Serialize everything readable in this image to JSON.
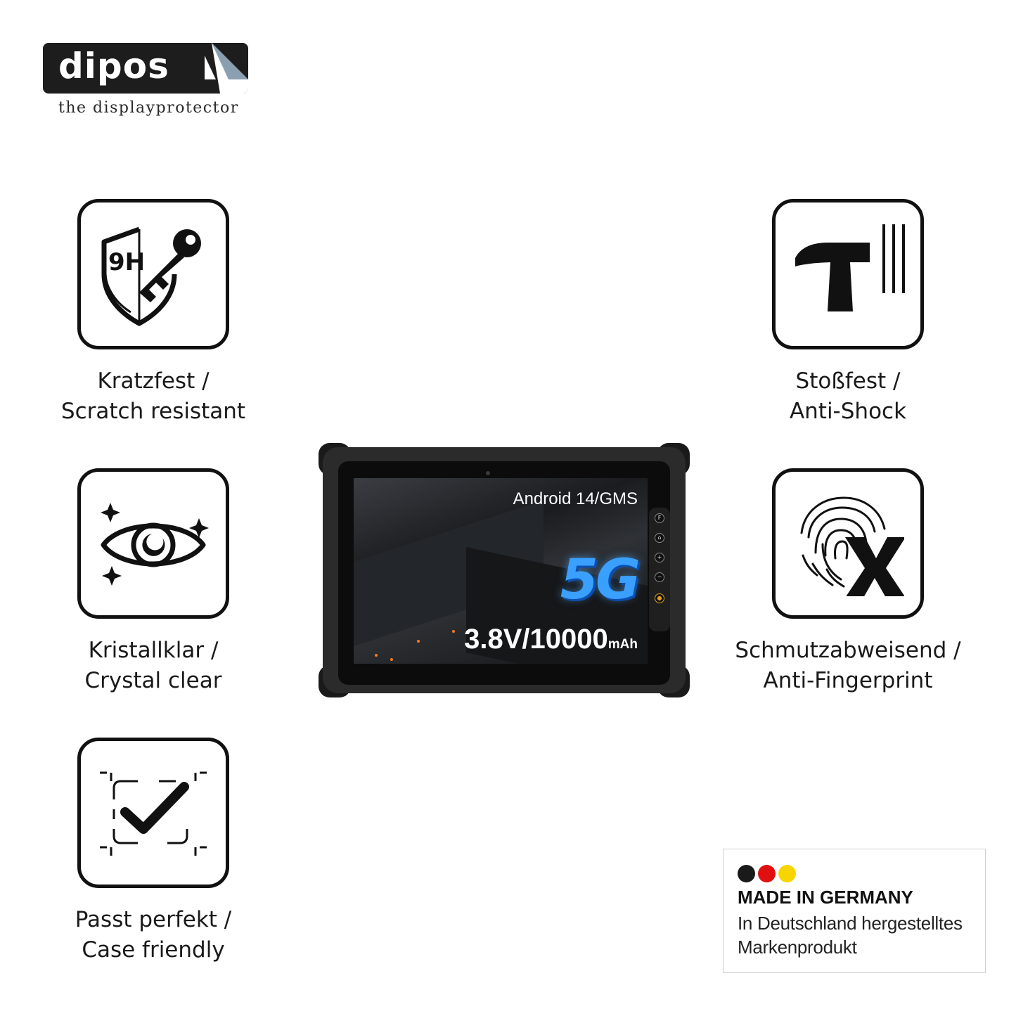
{
  "brand": {
    "name": "dipos",
    "tagline": "the displayprotector"
  },
  "features": {
    "scratch": {
      "icon": "shield-key-9h-icon",
      "badge": "9H",
      "line1": "Kratzfest /",
      "line2": "Scratch resistant"
    },
    "crystal": {
      "icon": "eye-sparkle-icon",
      "line1": "Kristallklar /",
      "line2": "Crystal clear"
    },
    "case": {
      "icon": "checkmark-frame-icon",
      "line1": "Passt perfekt /",
      "line2": "Case friendly"
    },
    "shock": {
      "icon": "hammer-icon",
      "line1": "Stoßfest /",
      "line2": "Anti-Shock"
    },
    "fingerprint": {
      "icon": "fingerprint-x-icon",
      "line1": "Schmutzabweisend /",
      "line2": "Anti-Fingerprint"
    }
  },
  "tablet": {
    "os": "Android 14/GMS",
    "network": "5G",
    "battery": "3.8V/10000",
    "battery_unit": "mAh",
    "keys": [
      "F",
      "⌂",
      "+",
      "−",
      "●"
    ]
  },
  "made_in_germany": {
    "title": "MADE IN GERMANY",
    "line1": "In Deutschland hergestelltes",
    "line2": "Markenprodukt",
    "flag_colors": [
      "#1a1a1a",
      "#e01010",
      "#f8d400"
    ]
  },
  "colors": {
    "icon_stroke": "#111111",
    "accent_5g": "#3aa0ff"
  }
}
